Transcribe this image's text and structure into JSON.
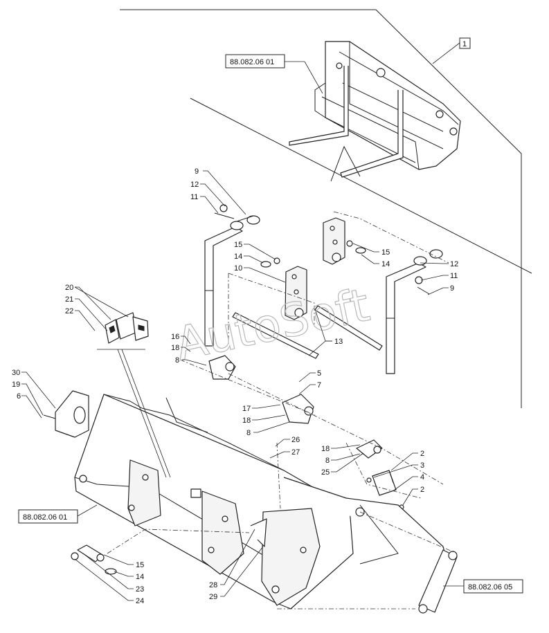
{
  "watermark": "AutoSoft",
  "top_callout": "1",
  "references": [
    {
      "id": "ref-top",
      "text": "88.082.06 01"
    },
    {
      "id": "ref-left",
      "text": "88.082.06 01"
    },
    {
      "id": "ref-right",
      "text": "88.082.06 05"
    }
  ],
  "callouts": {
    "c9a": "9",
    "c12a": "12",
    "c11a": "11",
    "c15a": "15",
    "c14a": "14",
    "c10": "10",
    "c20": "20",
    "c21": "21",
    "c22": "22",
    "c16": "16",
    "c18a": "18",
    "c8a": "8",
    "c13": "13",
    "c15b": "15",
    "c14b": "14",
    "c12b": "12",
    "c11b": "11",
    "c9b": "9",
    "c30": "30",
    "c19": "19",
    "c6": "6",
    "c5": "5",
    "c7": "7",
    "c17": "17",
    "c18b": "18",
    "c8b": "8",
    "c26": "26",
    "c27": "27",
    "c18c": "18",
    "c8c": "8",
    "c25": "25",
    "c2a": "2",
    "c3": "3",
    "c4": "4",
    "c2b": "2",
    "c15c": "15",
    "c14c": "14",
    "c23": "23",
    "c24": "24",
    "c28": "28",
    "c29": "29"
  }
}
